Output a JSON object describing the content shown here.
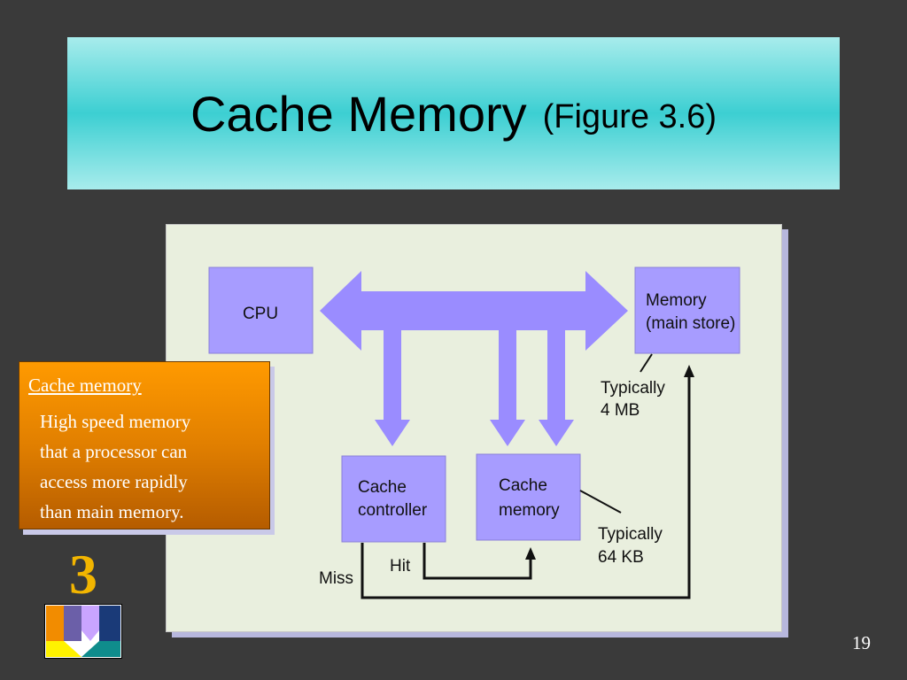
{
  "title": {
    "main": "Cache Memory",
    "sub": "(Figure 3.6)"
  },
  "diagram": {
    "cpu_label": "CPU",
    "memory_label_line1": "Memory",
    "memory_label_line2": "(main store)",
    "memory_size_line1": "Typically",
    "memory_size_line2": "4 MB",
    "cache_controller_line1": "Cache",
    "cache_controller_line2": "controller",
    "cache_memory_line1": "Cache",
    "cache_memory_line2": "memory",
    "cache_size_line1": "Typically",
    "cache_size_line2": "64 KB",
    "hit_label": "Hit",
    "miss_label": "Miss",
    "box_color": "#a79cff",
    "arrow_color": "#9a8cff"
  },
  "callout": {
    "term": "Cache memory",
    "definition_lines": [
      "High speed memory",
      "that a processor can",
      "access more rapidly",
      "than main memory."
    ]
  },
  "chapter_number": "3",
  "page_number": "19"
}
